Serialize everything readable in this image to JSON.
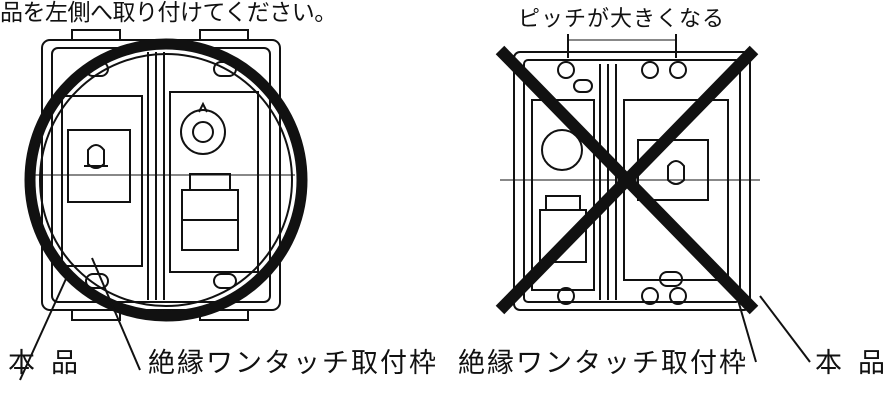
{
  "instruction_text": "品を左側へ取り付けてください。",
  "pitch_note": "ピッチが大きくなる",
  "labels": {
    "main_unit_left": "本品",
    "frame_left": "絶縁ワンタッチ取付枠",
    "frame_right": "絶縁ワンタッチ取付枠",
    "main_unit_right": "本品"
  },
  "marks": {
    "correct": "circle",
    "incorrect": "cross"
  }
}
